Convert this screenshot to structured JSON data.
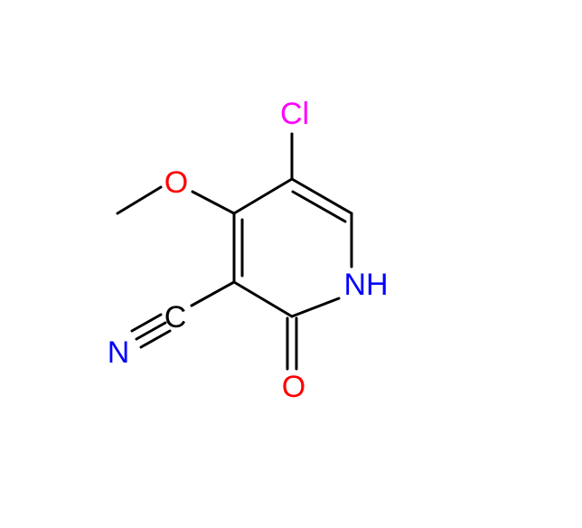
{
  "molecule": {
    "atoms": {
      "chlorine": {
        "label": "Cl",
        "color": "#ff00ff"
      },
      "methoxy_oxygen": {
        "label": "O",
        "color": "#ff0000"
      },
      "ring_nitrogen": {
        "label": "NH",
        "color": "#0000ff"
      },
      "nitrile_carbon": {
        "label": "C",
        "color": "#000000"
      },
      "nitrile_nitrogen": {
        "label": "N",
        "color": "#0000ff"
      },
      "carbonyl_oxygen": {
        "label": "O",
        "color": "#ff0000"
      }
    },
    "bond_color": "#000000"
  }
}
